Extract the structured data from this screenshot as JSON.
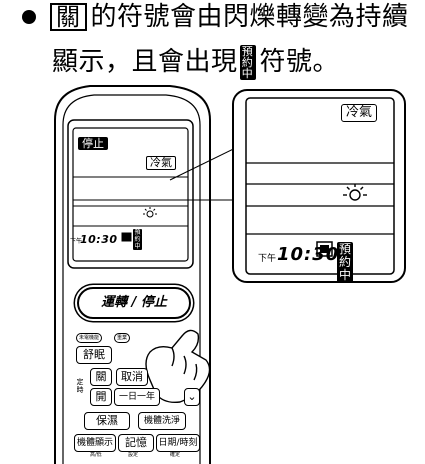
{
  "note": {
    "line1_chip": "關",
    "line1_text": "的符號會由閃爍轉變為持續",
    "line2_text_a": "顯示，且會出現",
    "line2_text_b": "符號。",
    "yoyaku_chars": [
      "預",
      "約",
      "中"
    ]
  },
  "remote": {
    "lcd": {
      "stop_badge": "停止",
      "mode": "冷氣",
      "pm": "下午",
      "time": "10:30"
    },
    "run_stop_label": "運轉 / 停止",
    "pills": [
      "未電機能",
      "重業"
    ],
    "buttons": {
      "comfort": "舒眠",
      "off": "關",
      "cancel": "取消",
      "on": "開",
      "day_week": "一日一年",
      "keep_warm": "保濕",
      "machine_clean": "機體洗淨",
      "display": "機體顯示",
      "memory": "記憶",
      "day_time": "日期/時刻"
    },
    "side_label": "定時",
    "tiny_labels": [
      "高/低",
      "設定",
      "確定"
    ]
  },
  "callout": {
    "mode": "冷氣",
    "pm": "下午",
    "time": "10:30"
  }
}
